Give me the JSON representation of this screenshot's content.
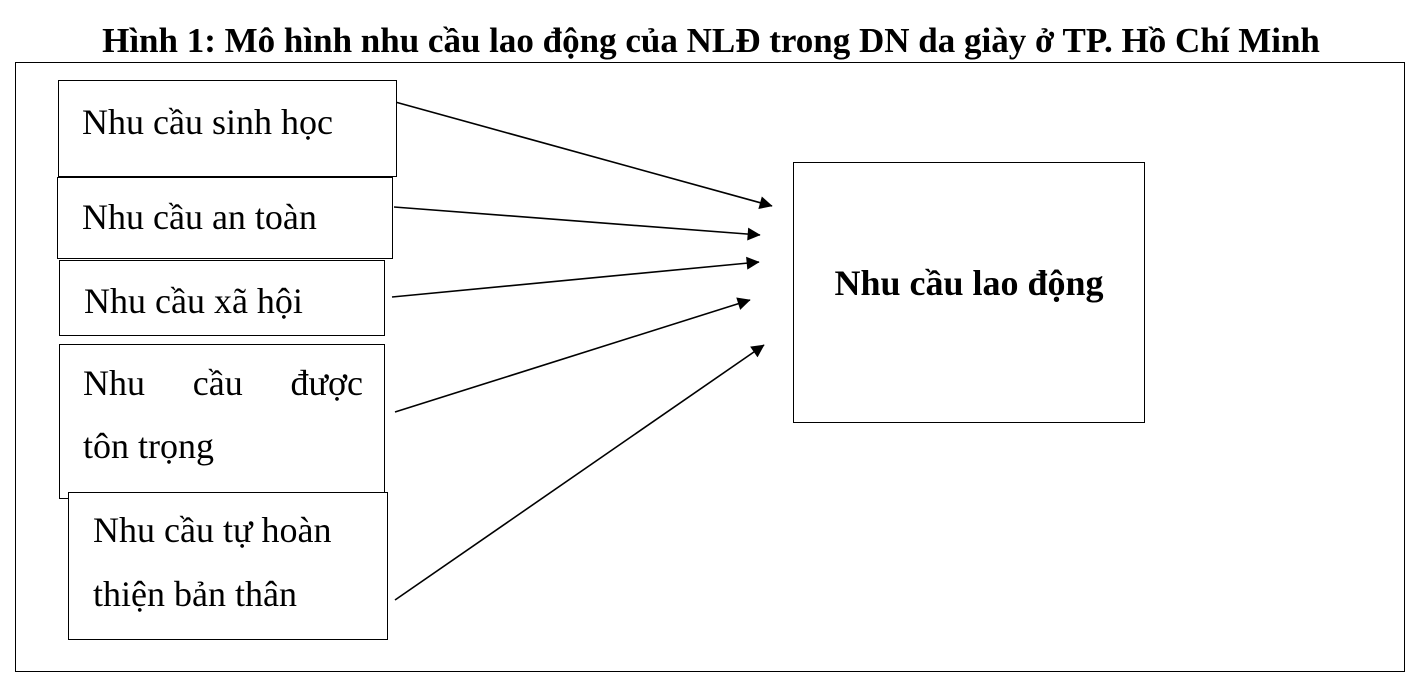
{
  "figure": {
    "title": "Hình 1: Mô hình nhu cầu lao động của NLĐ trong DN da giày ở TP. Hồ Chí Minh"
  },
  "needs": [
    {
      "lines": [
        "Nhu cầu sinh học"
      ]
    },
    {
      "lines": [
        "Nhu cầu an toàn"
      ]
    },
    {
      "lines": [
        "Nhu cầu xã hội"
      ]
    },
    {
      "lines": [
        "Nhu cầu được",
        "tôn trọng"
      ]
    },
    {
      "lines": [
        "Nhu cầu tự hoàn",
        "thiện bản thân"
      ]
    }
  ],
  "target": {
    "label": "Nhu cầu lao động"
  },
  "colors": {
    "stroke": "#000000",
    "background": "#ffffff"
  }
}
